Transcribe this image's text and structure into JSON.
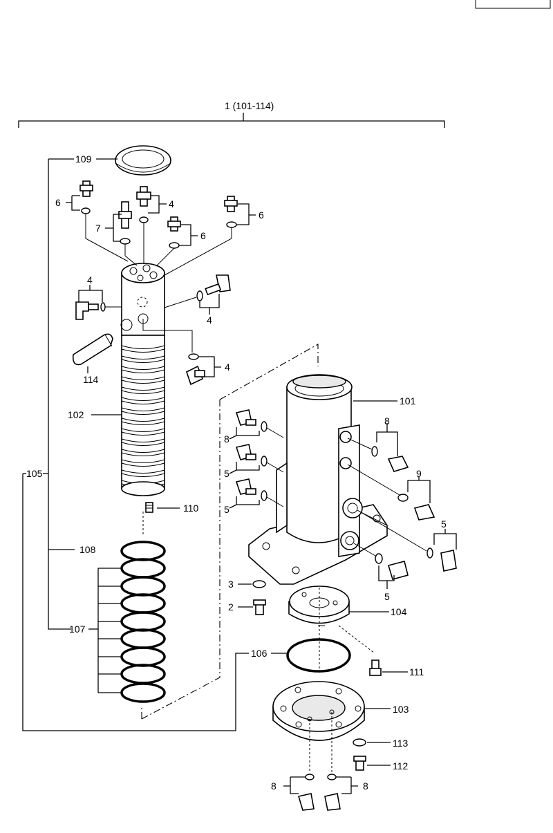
{
  "corner_box": "",
  "assembly_label": "1 (101-114)",
  "callouts": {
    "c101": "101",
    "c102": "102",
    "c103": "103",
    "c104": "104",
    "c105": "105",
    "c106": "106",
    "c107": "107",
    "c108": "108",
    "c109": "109",
    "c110": "110",
    "c111": "111",
    "c112": "112",
    "c113": "113",
    "c114": "114",
    "c2": "2",
    "c3": "3",
    "c4a": "4",
    "c4b": "4",
    "c4c": "4",
    "c4d": "4",
    "c5a": "5",
    "c5b": "5",
    "c5c": "5",
    "c5d": "5",
    "c6a": "6",
    "c6b": "6",
    "c6c": "6",
    "c7": "7",
    "c8a": "8",
    "c8b": "8",
    "c8c": "8",
    "c8d": "8",
    "c9": "9"
  }
}
